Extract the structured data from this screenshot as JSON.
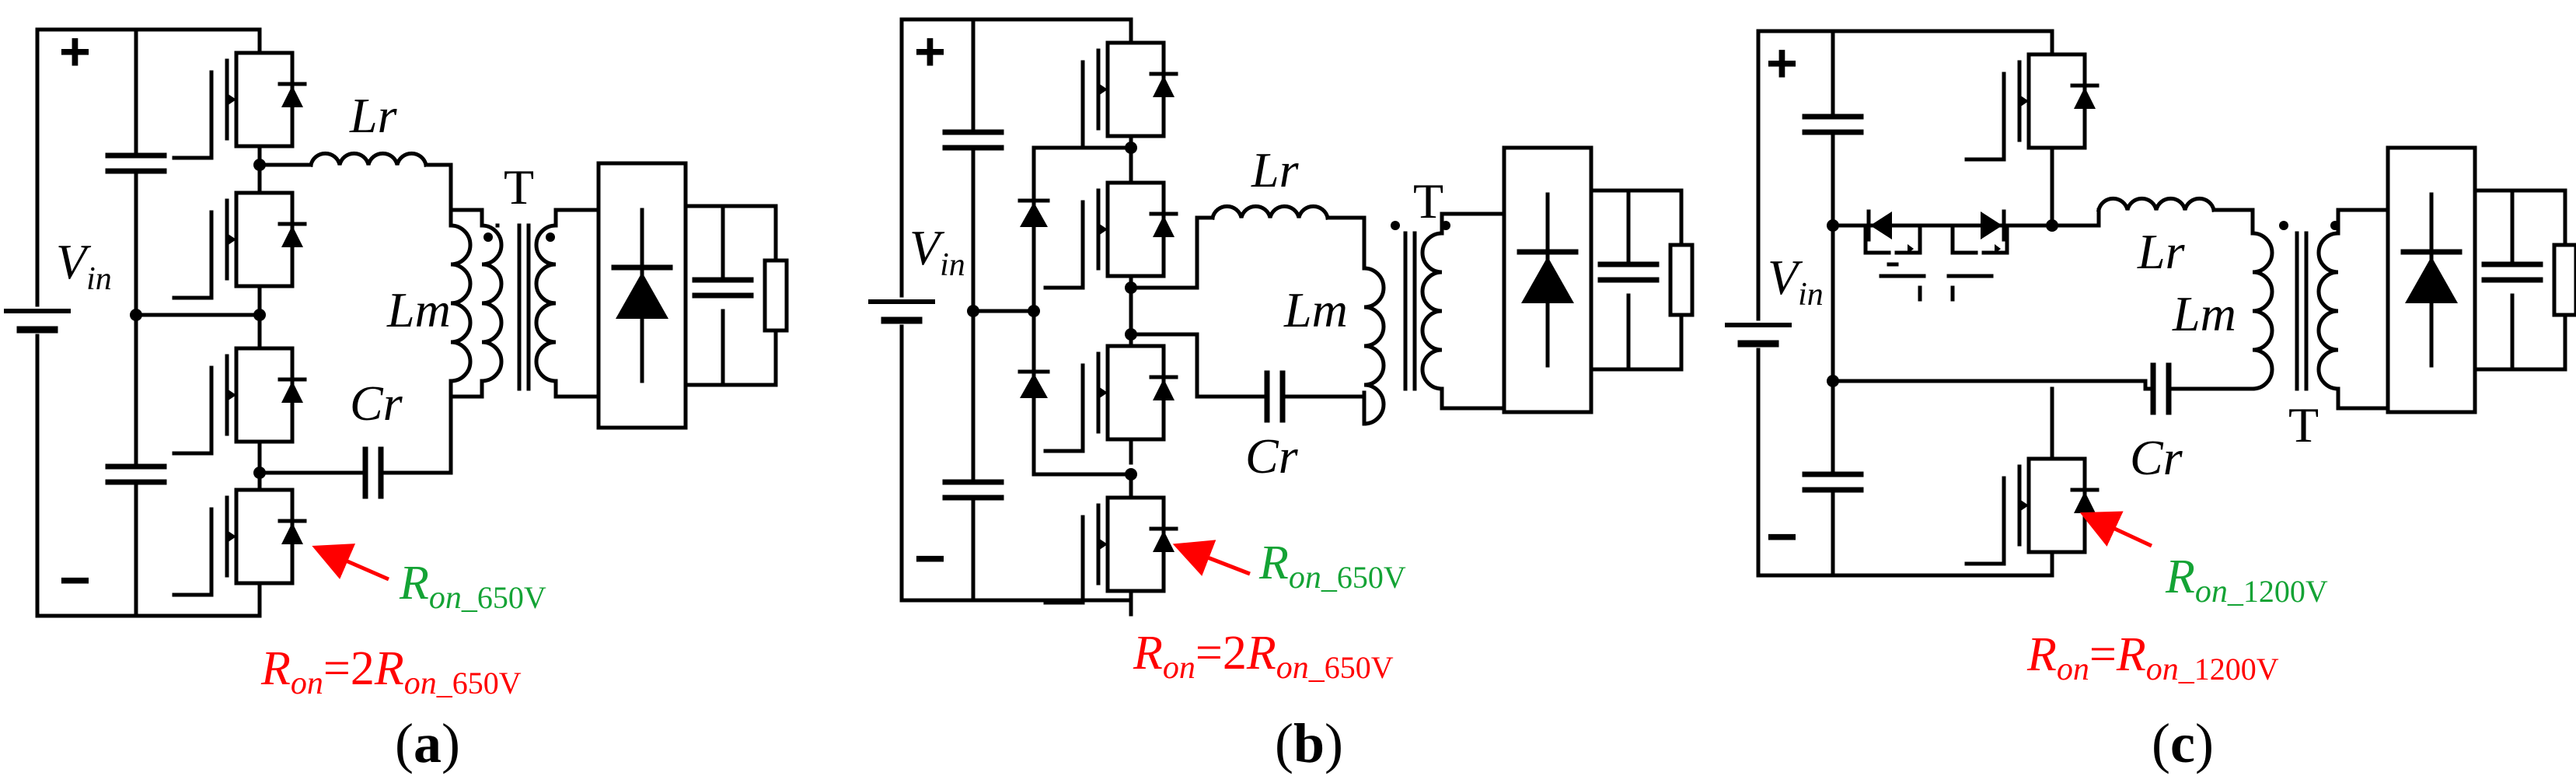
{
  "panels": [
    {
      "id": "a",
      "caption_letter": "a",
      "labels": {
        "plus": "+",
        "minus": "−",
        "vin": "V",
        "vin_sub": "in",
        "lr": "Lr",
        "lm": "Lm",
        "cr": "Cr",
        "t": "T"
      },
      "device": {
        "r": "R",
        "sub": "on",
        "suffix": "_650V"
      },
      "equation": {
        "lhs_r": "R",
        "lhs_sub": "on",
        "eq": "=2",
        "rhs_r": "R",
        "rhs_sub": "on",
        "rhs_suffix": "_650V"
      }
    },
    {
      "id": "b",
      "caption_letter": "b",
      "labels": {
        "plus": "+",
        "minus": "−",
        "vin": "V",
        "vin_sub": "in",
        "lr": "Lr",
        "lm": "Lm",
        "cr": "Cr",
        "t": "T"
      },
      "device": {
        "r": "R",
        "sub": "on",
        "suffix": "_650V"
      },
      "equation": {
        "lhs_r": "R",
        "lhs_sub": "on",
        "eq": "=2",
        "rhs_r": "R",
        "rhs_sub": "on",
        "rhs_suffix": "_650V"
      }
    },
    {
      "id": "c",
      "caption_letter": "c",
      "labels": {
        "plus": "+",
        "minus": "−",
        "vin": "V",
        "vin_sub": "in",
        "lr": "Lr",
        "lm": "Lm",
        "cr": "Cr",
        "t": "T"
      },
      "device": {
        "r": "R",
        "sub": "on",
        "suffix": "_1200V"
      },
      "equation": {
        "lhs_r": "R",
        "lhs_sub": "on",
        "eq": "=",
        "rhs_r": "R",
        "rhs_sub": "on",
        "rhs_suffix": "_1200V"
      }
    }
  ],
  "colors": {
    "wire": "#000000",
    "annotation": "#ff0000",
    "device_label": "#14a335"
  }
}
